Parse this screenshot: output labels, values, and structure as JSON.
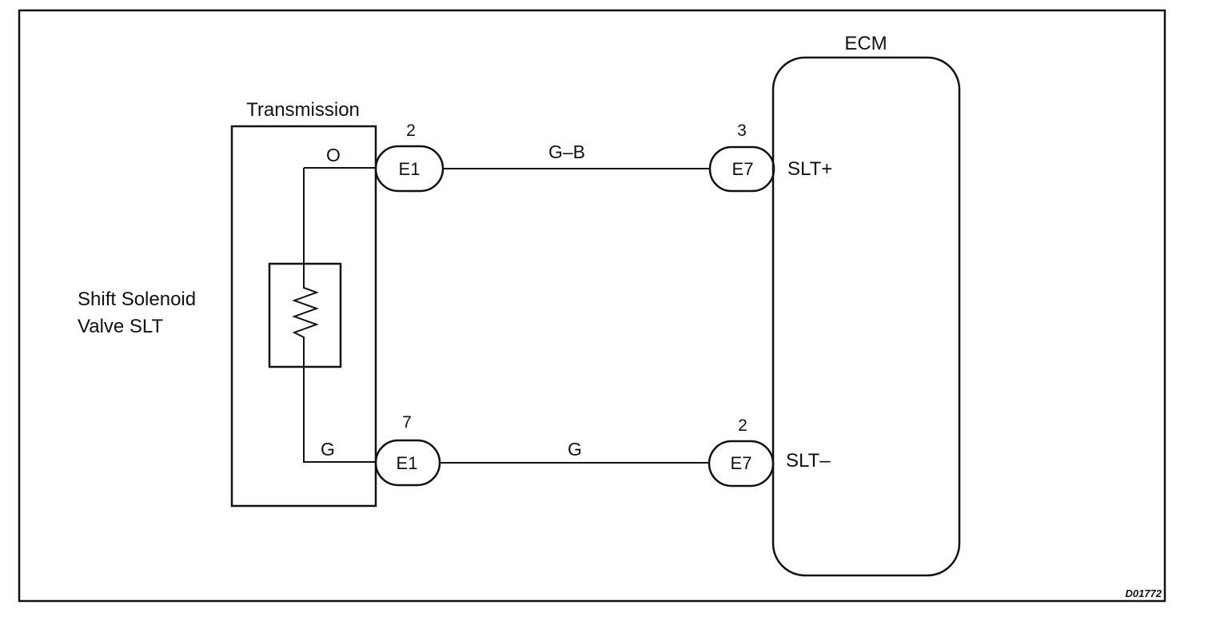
{
  "diagram": {
    "transmission_label": "Transmission",
    "ecm_label": "ECM",
    "solenoid_label_line1": "Shift Solenoid",
    "solenoid_label_line2": "Valve SLT",
    "figure_ref": "D01772",
    "circuits": [
      {
        "wire_color_inner": "O",
        "trans_connector": "E1",
        "trans_pin": "2",
        "harness_wire_color": "G–B",
        "ecm_connector": "E7",
        "ecm_pin": "3",
        "ecm_terminal": "SLT+"
      },
      {
        "wire_color_inner": "G",
        "trans_connector": "E1",
        "trans_pin": "7",
        "harness_wire_color": "G",
        "ecm_connector": "E7",
        "ecm_pin": "2",
        "ecm_terminal": "SLT–"
      }
    ]
  }
}
